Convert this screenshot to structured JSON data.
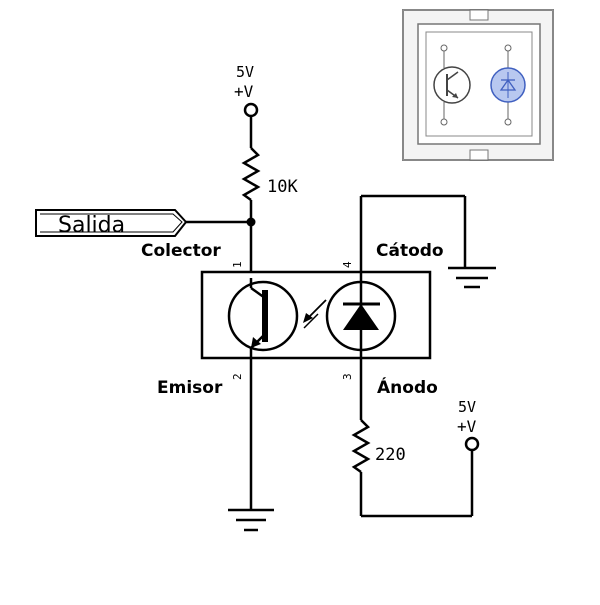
{
  "labels": {
    "vcc_top_volt": "5V",
    "vcc_top_plus": "+V",
    "resistor_top": "10K",
    "output": "Salida",
    "collector": "Colector",
    "cathode": "Cátodo",
    "emitter": "Emisor",
    "anode": "Ánodo",
    "vcc_right_volt": "5V",
    "vcc_right_plus": "+V",
    "resistor_bottom": "220"
  },
  "pins": {
    "collector_pin": "1",
    "cathode_pin": "4",
    "emitter_pin": "2",
    "anode_pin": "3"
  },
  "colors": {
    "wire": "#000000",
    "led_fill": "#b8c8f0",
    "led_stroke": "#4060c0",
    "inset_border": "#888888"
  }
}
